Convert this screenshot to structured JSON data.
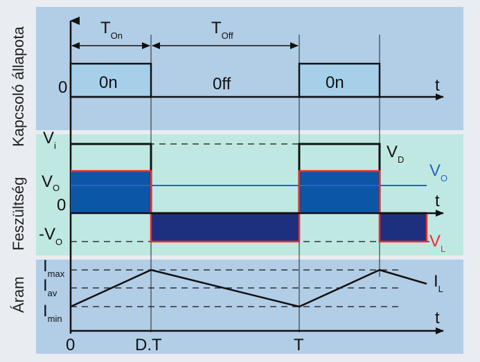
{
  "sections": {
    "switch_state": "Kapcsoló állapota",
    "voltage": "Feszültség",
    "current": "Áram"
  },
  "timing": {
    "t_on": {
      "main": "T",
      "sub": "On"
    },
    "t_off": {
      "main": "T",
      "sub": "Off"
    }
  },
  "switch_states": {
    "on": "0n",
    "off": "0ff"
  },
  "axis": {
    "t": "t",
    "zero": "0"
  },
  "voltage_labels": {
    "vi": {
      "main": "V",
      "sub": "i"
    },
    "vo": {
      "main": "V",
      "sub": "O"
    },
    "neg_vo": {
      "main": "-V",
      "sub": "O"
    },
    "vd": {
      "main": "V",
      "sub": "D"
    },
    "vo_legend": {
      "main": "V",
      "sub": "O"
    },
    "vl_legend": {
      "main": "V",
      "sub": "L"
    }
  },
  "current_labels": {
    "imax": {
      "main": "I",
      "sub": "max"
    },
    "iav": {
      "main": "I",
      "sub": "av"
    },
    "imin": {
      "main": "I",
      "sub": "min"
    },
    "il": {
      "main": "I",
      "sub": "L"
    }
  },
  "x_ticks": {
    "origin": "0",
    "dt": "D.T",
    "t": "T"
  },
  "colors": {
    "panel_top": "#b2cde6",
    "panel_mid": "#bfe8e2",
    "panel_bottom": "#b2cde6",
    "on_fill": "#a6d0ea",
    "vo_fill": "#0c56a8",
    "neg_fill": "#1d2f7e",
    "vl_line": "#ef2a2a",
    "vo_line": "#2a62c8",
    "axis": "#111111"
  }
}
